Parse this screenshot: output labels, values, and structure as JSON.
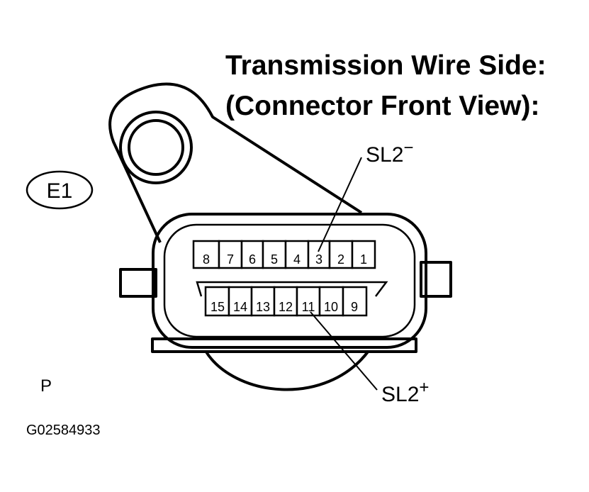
{
  "header": {
    "title_line1": "Transmission Wire Side:",
    "title_line2": "(Connector Front View):"
  },
  "connector": {
    "tag": "E1",
    "pins_top": [
      "8",
      "7",
      "6",
      "5",
      "4",
      "3",
      "2",
      "1"
    ],
    "pins_bottom": [
      "15",
      "14",
      "13",
      "12",
      "11",
      "10",
      "9"
    ],
    "callout_top": {
      "base": "SL2",
      "sup": "−"
    },
    "callout_bottom": {
      "base": "SL2",
      "sup": "+"
    }
  },
  "footer": {
    "position_letter": "P",
    "figure_code": "G02584933"
  },
  "colors": {
    "line": "#000000",
    "background": "#ffffff"
  }
}
